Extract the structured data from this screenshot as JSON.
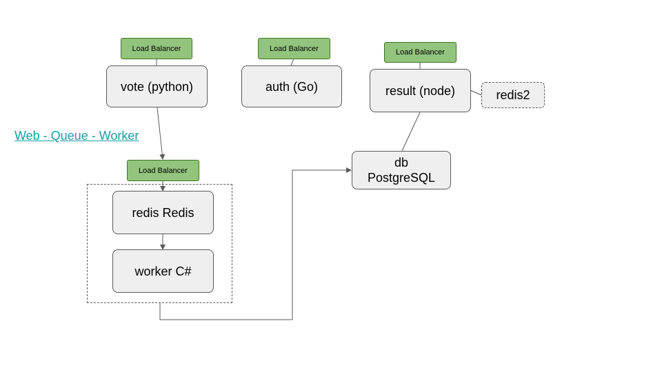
{
  "title_link": "Web - Queue - Worker",
  "load_balancers": {
    "vote": "Load Balancer",
    "auth": "Load Balancer",
    "result": "Load Balancer",
    "redis": "Load Balancer"
  },
  "services": {
    "vote": "vote (python)",
    "auth": "auth (Go)",
    "result": "result (node)",
    "redis2": "redis2",
    "redis": "redis Redis",
    "worker": "worker C#",
    "db_line1": "db",
    "db_line2": "PostgreSQL"
  },
  "colors": {
    "lb_fill": "#93c47d",
    "lb_border": "#38761d",
    "service_fill": "#efefef",
    "link": "#1a9ba6"
  }
}
